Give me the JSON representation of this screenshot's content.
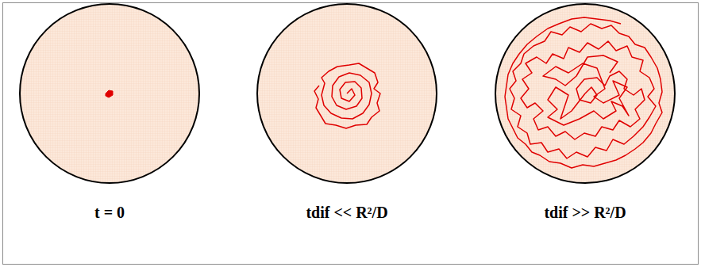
{
  "diagram": {
    "labels": [
      "t = 0",
      "tdif << R²/D",
      "tdif >> R²/D"
    ]
  }
}
